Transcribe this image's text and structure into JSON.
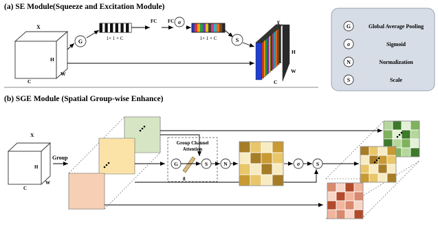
{
  "sections": {
    "se_title": "(a) SE Module(Squeeze and Excitation  Module)",
    "sge_title": "(b) SGE Module (Spatial Group-wise Enhance)"
  },
  "se": {
    "input_cube": {
      "x": "X",
      "h": "H",
      "w": "W",
      "c": "C"
    },
    "gap_node": "G",
    "vector1_label": "1× 1 × C",
    "fc_label": "FC",
    "fc_label2": "FC",
    "sigma_node": "σ",
    "vector2_label": "1× 1 × C",
    "scale_node": "S",
    "output_cube": {
      "x": "X",
      "h": "H",
      "w": "W",
      "c": "C"
    },
    "output_stripe_colors": [
      "#1f3fd0",
      "#e0342a",
      "#f2a10c",
      "#18a34a",
      "#8b2fc9",
      "#e6c210",
      "#3f3f3f",
      "#d63a8c",
      "#28b6c9",
      "#f06a14",
      "#7c4a1e",
      "#2a2a2a"
    ]
  },
  "legend": {
    "items": [
      {
        "symbol": "G",
        "label": "Global Average Pooling"
      },
      {
        "symbol": "σ",
        "label": "Sigmoid"
      },
      {
        "symbol": "N",
        "label": "Normalization"
      },
      {
        "symbol": "S",
        "label": "Scale"
      }
    ]
  },
  "sge": {
    "input_cube": {
      "x": "X",
      "h": "H",
      "w": "W",
      "c": "C"
    },
    "group_label": "Group",
    "attention_box_title_1": "Group Channel",
    "attention_box_title_2": "Attention",
    "gap_node": "G",
    "g_label": "g",
    "scale_node_inner": "S",
    "norm_node": "N",
    "sigma_node": "σ",
    "scale_node": "S",
    "group_colors": [
      "#f7cfb4",
      "#fbe3a8",
      "#d6e6c4"
    ],
    "attention_grid": [
      [
        "#a67d27",
        "#e9c66a",
        "#f7ebc2",
        "#c89a33"
      ],
      [
        "#f7ebc2",
        "#a67d27",
        "#c89a33",
        "#e9c66a"
      ],
      [
        "#e9c66a",
        "#f7ebc2",
        "#a67d27",
        "#f7ebc2"
      ],
      [
        "#c89a33",
        "#e9c66a",
        "#f7ebc2",
        "#a67d27"
      ]
    ],
    "output_grids": {
      "green": [
        [
          "#b6d79b",
          "#3d7a2a",
          "#e4f0d6",
          "#7fb25c"
        ],
        [
          "#7fb25c",
          "#e4f0d6",
          "#3d7a2a",
          "#b6d79b"
        ],
        [
          "#3d7a2a",
          "#b6d79b",
          "#7fb25c",
          "#e4f0d6"
        ],
        [
          "#e4f0d6",
          "#7fb25c",
          "#b6d79b",
          "#3d7a2a"
        ]
      ],
      "yellow": [
        [
          "#a67d27",
          "#e9c66a",
          "#f7ebc2",
          "#c89a33"
        ],
        [
          "#f7ebc2",
          "#a67d27",
          "#c89a33",
          "#e9c66a"
        ],
        [
          "#e9c66a",
          "#f7ebc2",
          "#a67d27",
          "#f7ebc2"
        ],
        [
          "#c89a33",
          "#e9c66a",
          "#f7ebc2",
          "#a67d27"
        ]
      ],
      "orange": [
        [
          "#d9896e",
          "#f7d6c7",
          "#b34a2b",
          "#f0b59c"
        ],
        [
          "#f7d6c7",
          "#b34a2b",
          "#f0b59c",
          "#d9896e"
        ],
        [
          "#b34a2b",
          "#f0b59c",
          "#d9896e",
          "#f7d6c7"
        ],
        [
          "#f0b59c",
          "#d9896e",
          "#f7d6c7",
          "#b34a2b"
        ]
      ]
    }
  }
}
